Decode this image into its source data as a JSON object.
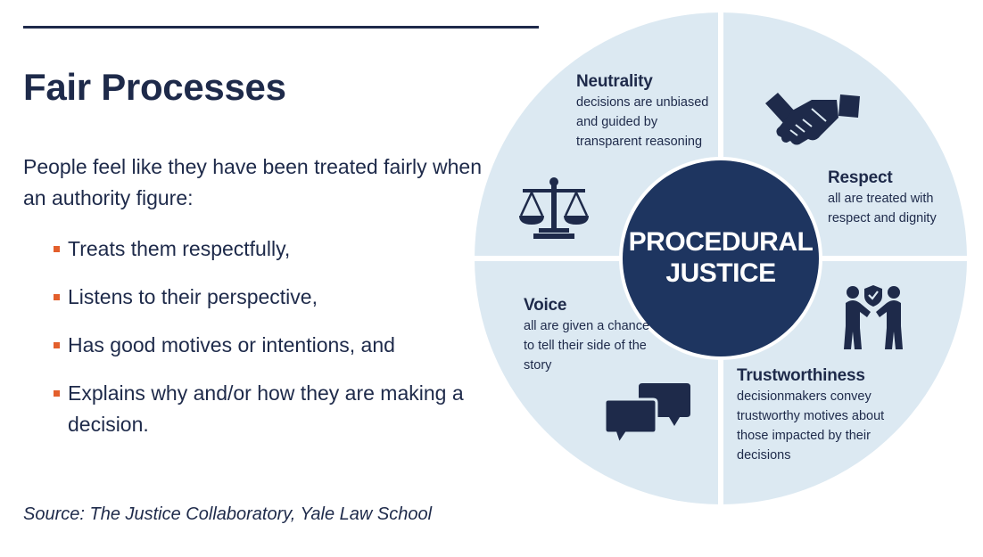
{
  "title": "Fair Processes",
  "intro": "People feel like they have been treated fairly when an authority figure:",
  "bullets": [
    "Treats them respectfully,",
    "Listens to their perspective,",
    "Has good motives or intentions, and",
    "Explains why and/or how they are making a decision."
  ],
  "source": "Source: The Justice Collaboratory, Yale Law School",
  "diagram": {
    "center_line1": "PROCEDURAL",
    "center_line2": "JUSTICE",
    "quadrants": {
      "neutrality": {
        "heading": "Neutrality",
        "description": "decisions are unbiased and guided by transparent reasoning",
        "icon": "scales-icon"
      },
      "respect": {
        "heading": "Respect",
        "description": "all are treated with respect and dignity",
        "icon": "handshake-icon"
      },
      "voice": {
        "heading": "Voice",
        "description": "all are given a chance to tell their side of the story",
        "icon": "speech-bubbles-icon"
      },
      "trustworthiness": {
        "heading": "Trustworthiness",
        "description": "decisionmakers convey trustworthy motives about those impacted by their decisions",
        "icon": "people-shield-icon"
      }
    }
  },
  "colors": {
    "navy": "#1e2a4a",
    "quadrant_fill": "#dce9f2",
    "center_fill": "#1e3560",
    "bullet_accent": "#e35f2c"
  }
}
